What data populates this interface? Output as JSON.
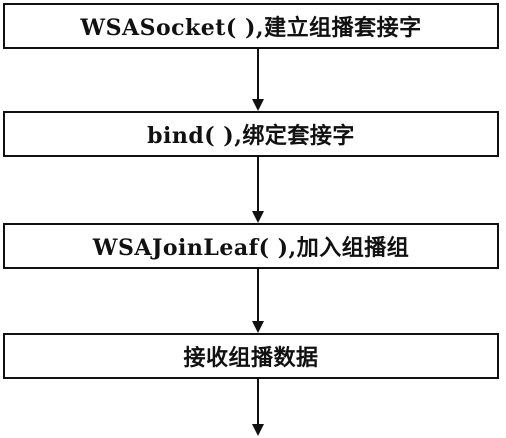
{
  "flowchart": {
    "steps": [
      {
        "label": "WSASocket( ),建立组播套接字"
      },
      {
        "label": "bind( ),绑定套接字"
      },
      {
        "label": "WSAJoinLeaf( ),加入组播组"
      },
      {
        "label": "接收组播数据"
      }
    ],
    "line_color": "#111111"
  }
}
